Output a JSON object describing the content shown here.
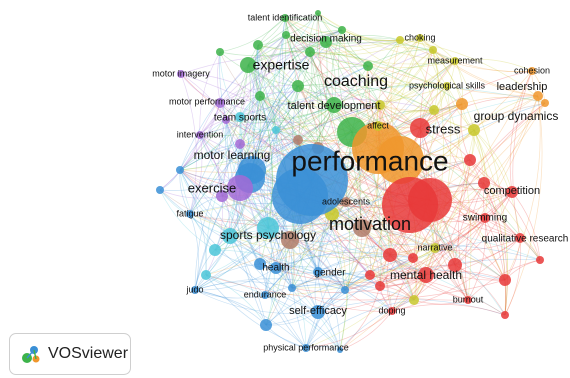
{
  "app": {
    "name": "VOSviewer",
    "logo_icon": "vosviewer-logo-icon"
  },
  "cluster_colors": {
    "green": "#3db34a",
    "orange": "#f0962c",
    "red": "#e83838",
    "blue": "#3a8fd6",
    "purple": "#a26ad6",
    "yellow": "#c8c82c",
    "brown": "#b07d6a",
    "cyan": "#4bc6d8"
  },
  "network": {
    "nodes": [
      {
        "id": "performance",
        "label": "performance",
        "cluster": "blue",
        "weight": 100
      },
      {
        "id": "motivation",
        "label": "motivation",
        "cluster": "red",
        "weight": 78
      },
      {
        "id": "coaching",
        "label": "coaching",
        "cluster": "orange",
        "weight": 70
      },
      {
        "id": "expertise",
        "label": "expertise",
        "cluster": "green",
        "weight": 36
      },
      {
        "id": "stress",
        "label": "stress",
        "cluster": "red",
        "weight": 30
      },
      {
        "id": "exercise",
        "label": "exercise",
        "cluster": "purple",
        "weight": 30
      },
      {
        "id": "motor-learning",
        "label": "motor learning",
        "cluster": "blue",
        "weight": 26
      },
      {
        "id": "sports-psychology",
        "label": "sports psychology",
        "cluster": "cyan",
        "weight": 24
      },
      {
        "id": "mental-health",
        "label": "mental health",
        "cluster": "red",
        "weight": 20
      },
      {
        "id": "group-dynamics",
        "label": "group dynamics",
        "cluster": "yellow",
        "weight": 16
      },
      {
        "id": "competition",
        "label": "competition",
        "cluster": "red",
        "weight": 14
      },
      {
        "id": "decision-making",
        "label": "decision making",
        "cluster": "green",
        "weight": 12
      },
      {
        "id": "talent-development",
        "label": "talent development",
        "cluster": "green",
        "weight": 14
      },
      {
        "id": "self-efficacy",
        "label": "self-efficacy",
        "cluster": "blue",
        "weight": 14
      },
      {
        "id": "leadership",
        "label": "leadership",
        "cluster": "orange",
        "weight": 12
      },
      {
        "id": "qualitative-research",
        "label": "qualitative research",
        "cluster": "red",
        "weight": 10
      },
      {
        "id": "swimming",
        "label": "swimming",
        "cluster": "red",
        "weight": 9
      },
      {
        "id": "gender",
        "label": "gender",
        "cluster": "blue",
        "weight": 9
      },
      {
        "id": "health",
        "label": "health",
        "cluster": "blue",
        "weight": 9
      },
      {
        "id": "team-sports",
        "label": "team sports",
        "cluster": "cyan",
        "weight": 8
      },
      {
        "id": "motor-performance",
        "label": "motor performance",
        "cluster": "purple",
        "weight": 8
      },
      {
        "id": "affect",
        "label": "affect",
        "cluster": "yellow",
        "weight": 8
      },
      {
        "id": "adolescents",
        "label": "adolescents",
        "cluster": "brown",
        "weight": 8
      },
      {
        "id": "narrative",
        "label": "narrative",
        "cluster": "yellow",
        "weight": 7
      },
      {
        "id": "choking",
        "label": "choking",
        "cluster": "yellow",
        "weight": 7
      },
      {
        "id": "measurement",
        "label": "measurement",
        "cluster": "yellow",
        "weight": 7
      },
      {
        "id": "psychological-skills",
        "label": "psychological skills",
        "cluster": "yellow",
        "weight": 7
      },
      {
        "id": "cohesion",
        "label": "cohesion",
        "cluster": "orange",
        "weight": 6
      },
      {
        "id": "talent-identification",
        "label": "talent identification",
        "cluster": "green",
        "weight": 6
      },
      {
        "id": "motor-imagery",
        "label": "motor imagery",
        "cluster": "purple",
        "weight": 6
      },
      {
        "id": "intervention",
        "label": "intervention",
        "cluster": "purple",
        "weight": 6
      },
      {
        "id": "fatigue",
        "label": "fatigue",
        "cluster": "blue",
        "weight": 6
      },
      {
        "id": "endurance",
        "label": "endurance",
        "cluster": "blue",
        "weight": 6
      },
      {
        "id": "judo",
        "label": "judo",
        "cluster": "blue",
        "weight": 5
      },
      {
        "id": "doping",
        "label": "doping",
        "cluster": "red",
        "weight": 5
      },
      {
        "id": "burnout",
        "label": "burnout",
        "cluster": "red",
        "weight": 5
      },
      {
        "id": "physical-performance",
        "label": "physical performance",
        "cluster": "blue",
        "weight": 5
      }
    ]
  }
}
